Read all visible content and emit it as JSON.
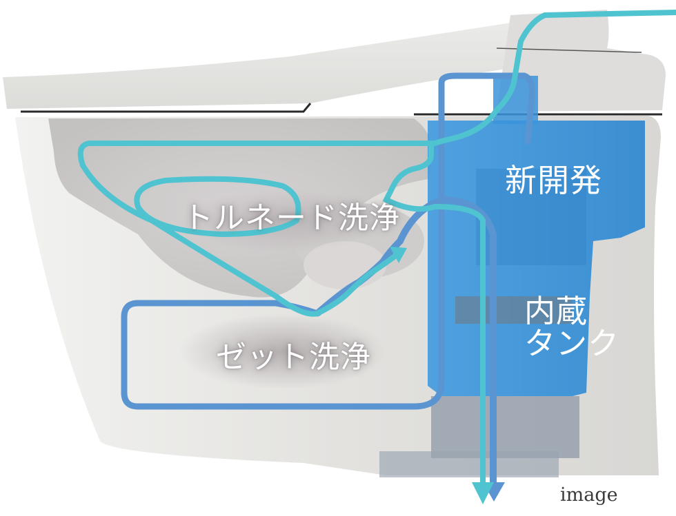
{
  "illustration": {
    "subject": "toilet-cross-section",
    "labels": {
      "tornado_wash": "トルネード洗浄",
      "zet_wash": "ゼット洗浄",
      "new_development": "新開発",
      "builtin_tank_line1": "内蔵",
      "builtin_tank_line2": "タンク"
    },
    "caption": "image",
    "colors": {
      "background": "#ffffff",
      "ceramic_body": "#e4e3e0",
      "ceramic_shadow": "#c9c8c5",
      "tornado_flow": "#4fc3cf",
      "zet_flow": "#5b95d1",
      "tank": "#2f8fd8",
      "tank_base": "#8e9aa8",
      "label_text": "#ffffff",
      "caption_text": "#3a3a3a"
    }
  }
}
